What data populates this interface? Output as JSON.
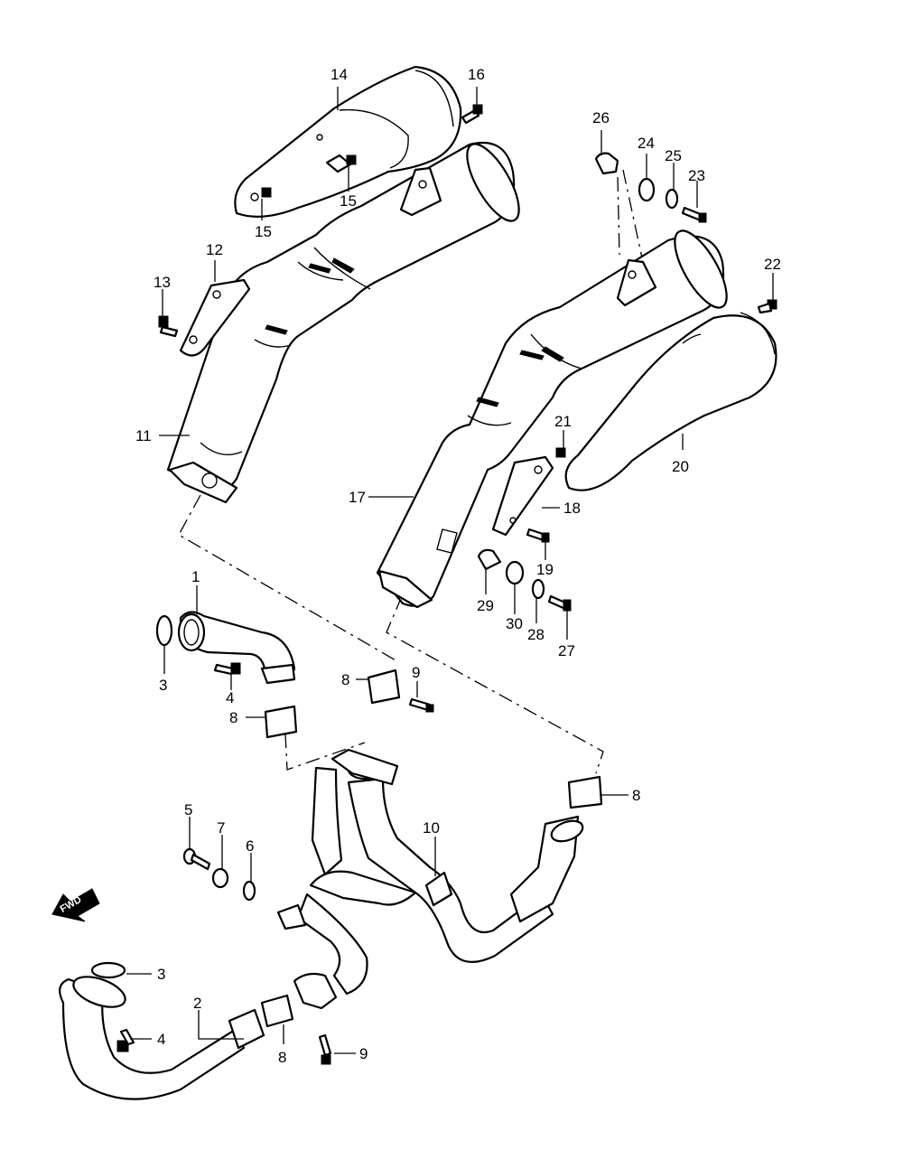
{
  "direction_label": "FWD",
  "callouts": {
    "c1": "1",
    "c2": "2",
    "c3a": "3",
    "c3b": "3",
    "c4a": "4",
    "c4b": "4",
    "c5": "5",
    "c6": "6",
    "c7": "7",
    "c8a": "8",
    "c8b": "8",
    "c8c": "8",
    "c8d": "8",
    "c9a": "9",
    "c9b": "9",
    "c10": "10",
    "c11": "11",
    "c12": "12",
    "c13": "13",
    "c14": "14",
    "c15a": "15",
    "c15b": "15",
    "c16": "16",
    "c17": "17",
    "c18": "18",
    "c19": "19",
    "c20": "20",
    "c21": "21",
    "c22": "22",
    "c23": "23",
    "c24": "24",
    "c25": "25",
    "c26": "26",
    "c27": "27",
    "c28": "28",
    "c29": "29",
    "c30": "30"
  },
  "colors": {
    "line": "#000000",
    "background": "#ffffff"
  }
}
